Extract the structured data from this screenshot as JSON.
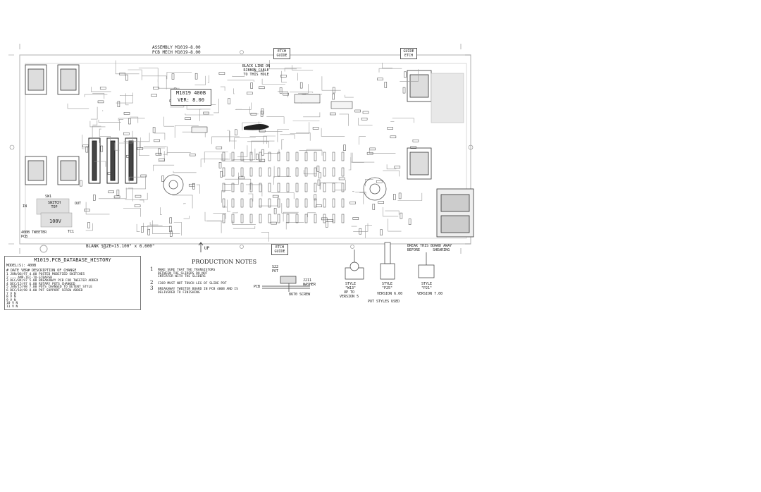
{
  "header": {
    "assembly": "ASSEMBLY   M1019-8.00",
    "pcb_mech": "PCB MECH   M1019-8.00",
    "etch_guide_top": "ETCH GUIDE",
    "guide_etch_top": "GUIDE ETCH",
    "black_line_note": [
      "BLACK LINE ON",
      "RIBBON CABLE",
      "TO THIS HOLE"
    ]
  },
  "version_box": {
    "model": "M1019 400B",
    "version": "VER: 8.00"
  },
  "labels": {
    "in": "IN",
    "out": "OUT",
    "switch_lbl": "SWITCH\nTOP",
    "voltage": "100V",
    "sw1": "SW1",
    "tc1": "TC1",
    "tweeter_pcb": "400B TWEETER\nPCB",
    "blank_size": "BLANK SIZE=15.100\" x 6.600\"",
    "up": "UP",
    "etch_guide_bottom": "ETCH GUIDE",
    "break_board": "BREAK THIS BOARD AWAY\nBEFORE      SHEARING"
  },
  "history": {
    "title": "M1019.PCB_DATABASE_HISTORY",
    "model_line": "MODEL(S):  400B",
    "header": "# DATE     VER# DESCRIPTION OF CHANGE",
    "rows": [
      "1 JUN/06/97  4.00  POSTED MODIFIED SWITCHES",
      "2            ---   AMP-TEC-TO-STRAPSB",
      "3 DEC/04/97  5.00  BREAKAWAY PCB FOR TWEETER ADDED",
      "4 DEC/15/97  6.00  ROTARY POTS CHANGED",
      "5 JAN/15/98  7.00  POTS CHANGED TO DETENT STYLE",
      "6 DEC/10/98  8.00  POT SUPPORT SCREW ADDED",
      "7            V     N",
      "8            V     N",
      "9            V     N",
      "10           V     N",
      "11           V     N"
    ]
  },
  "production_notes": {
    "title": "PRODUCTION NOTES",
    "notes": [
      {
        "num": "1",
        "lines": [
          "MAKE SURE THAT THE TRANSISTORS",
          "BETWEEN THE SLIDERS DO NOT",
          "INTERFER WITH THE SLIDERS"
        ]
      },
      {
        "num": "2",
        "lines": [
          "C369 MUST NOT  TOUCH LEG OF  SLIDE POT"
        ]
      },
      {
        "num": "3",
        "lines": [
          "BREAKAWAY TWEETER BOARD IN PCB 400B AND IS",
          "DELIVERED TO FINISHING"
        ]
      }
    ]
  },
  "pot_diagram": {
    "s22": "S22\nPOT",
    "pcb": "PCB",
    "j211": "J211\nWASHER",
    "screw": "8670  SCREW"
  },
  "pot_styles": {
    "styles": [
      {
        "name": "STYLE\n\"W13\"",
        "version": "UP TO\nVERSION 5"
      },
      {
        "name": "STYLE\n\"P25\"",
        "version": "VERSION 6.00"
      },
      {
        "name": "STYLE\n\"P21\"",
        "version": "VERSION 7.00"
      }
    ],
    "caption": "POT STYLES USED"
  },
  "colors": {
    "trace": "#8a8a8a",
    "component": "#333333",
    "board": "#b9b9b9",
    "paper": "#ffffff"
  }
}
